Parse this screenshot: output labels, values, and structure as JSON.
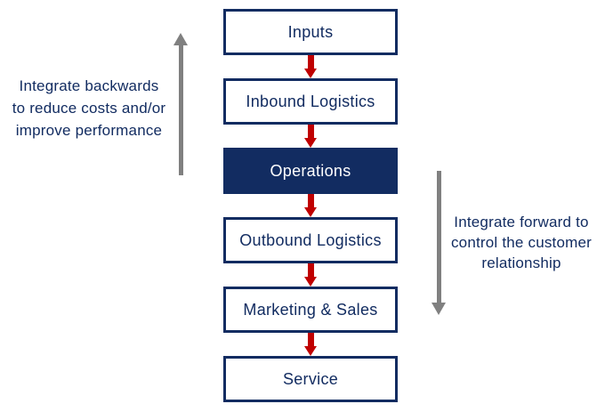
{
  "palette": {
    "navy": "#122c61",
    "red": "#c00000",
    "gray": "#808080",
    "background": "#ffffff"
  },
  "flow": {
    "stages": [
      {
        "label": "Inputs",
        "filled": false
      },
      {
        "label": "Inbound Logistics",
        "filled": false
      },
      {
        "label": "Operations",
        "filled": true
      },
      {
        "label": "Outbound Logistics",
        "filled": false
      },
      {
        "label": "Marketing & Sales",
        "filled": false
      },
      {
        "label": "Service",
        "filled": false
      }
    ]
  },
  "annotations": {
    "left": {
      "direction": "up",
      "lines": [
        "Integrate backwards",
        "to reduce costs and/or",
        "improve performance"
      ]
    },
    "right": {
      "direction": "down",
      "lines": [
        "Integrate forward to",
        "control the customer",
        "relationship"
      ]
    }
  }
}
